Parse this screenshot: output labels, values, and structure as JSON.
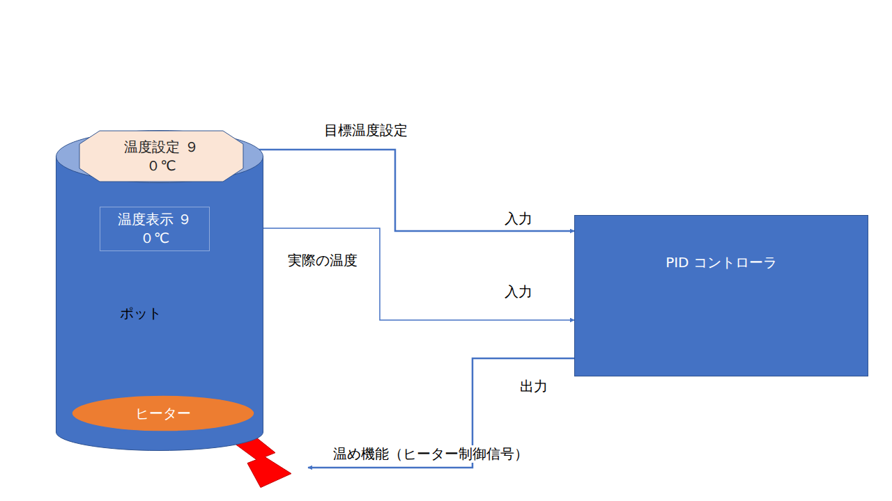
{
  "diagram": {
    "nodes": [
      {
        "text": [
          "ポット"
        ]
      },
      {
        "text": [
          "温度設定 ９０℃"
        ],
        "in": 0
      },
      {
        "text": [
          "温度表示 ９０℃"
        ],
        "in": 0
      },
      {
        "text": [
          "ヒーター"
        ],
        "in": 0
      },
      {
        "text": [
          "PID コントローラ"
        ]
      }
    ],
    "edges": [
      {
        "from": 1,
        "to": 4,
        "arrow": "to",
        "label": "目標温度設定"
      },
      {
        "from": 2,
        "to": 4,
        "arrow": "to",
        "label": "実際の温度"
      },
      {
        "from": 4,
        "to": 3,
        "arrow": "to",
        "label": "温め機能（ヒーター制御信号）"
      }
    ],
    "labels": [
      "入力",
      "入力",
      "出力"
    ]
  }
}
